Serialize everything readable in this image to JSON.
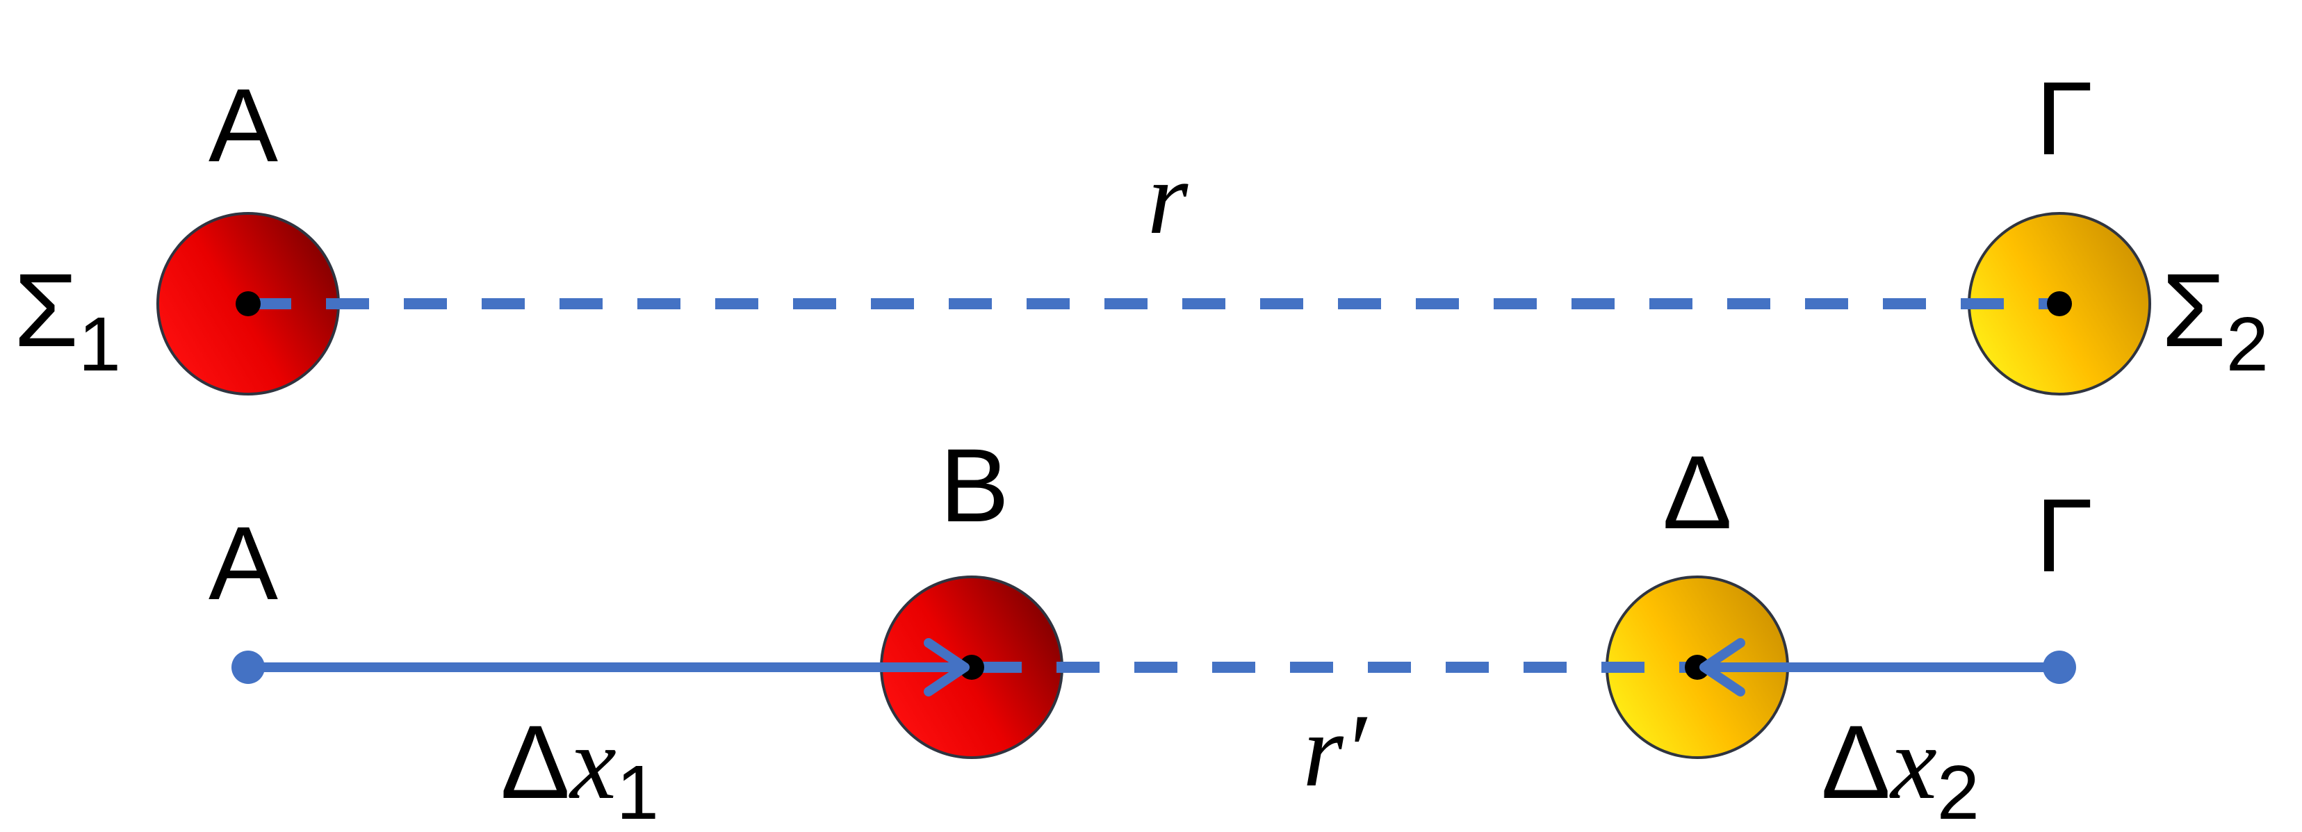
{
  "labels": {
    "top_left_point": "A",
    "top_right_point": "Γ",
    "top_distance": "r",
    "sigma1_main": "Σ",
    "sigma1_sub": "1",
    "sigma2_main": "Σ",
    "sigma2_sub": "2",
    "bottom_left_point": "A",
    "bottom_mid_left_point": "B",
    "bottom_mid_right_point": "Δ",
    "bottom_right_point": "Γ",
    "bottom_distance": "r′",
    "dx1_delta": "Δ",
    "dx1_x": "x",
    "dx1_sub": "1",
    "dx2_delta": "Δ",
    "dx2_x": "x",
    "dx2_sub": "2"
  },
  "colors": {
    "line": "#4472C4",
    "red_sphere_light": "#ff0a0a",
    "red_sphere_dark": "#7a0000",
    "yellow_sphere_light": "#ffee10",
    "yellow_sphere_dark": "#d89a00",
    "sphere_outline": "#2f3440"
  }
}
